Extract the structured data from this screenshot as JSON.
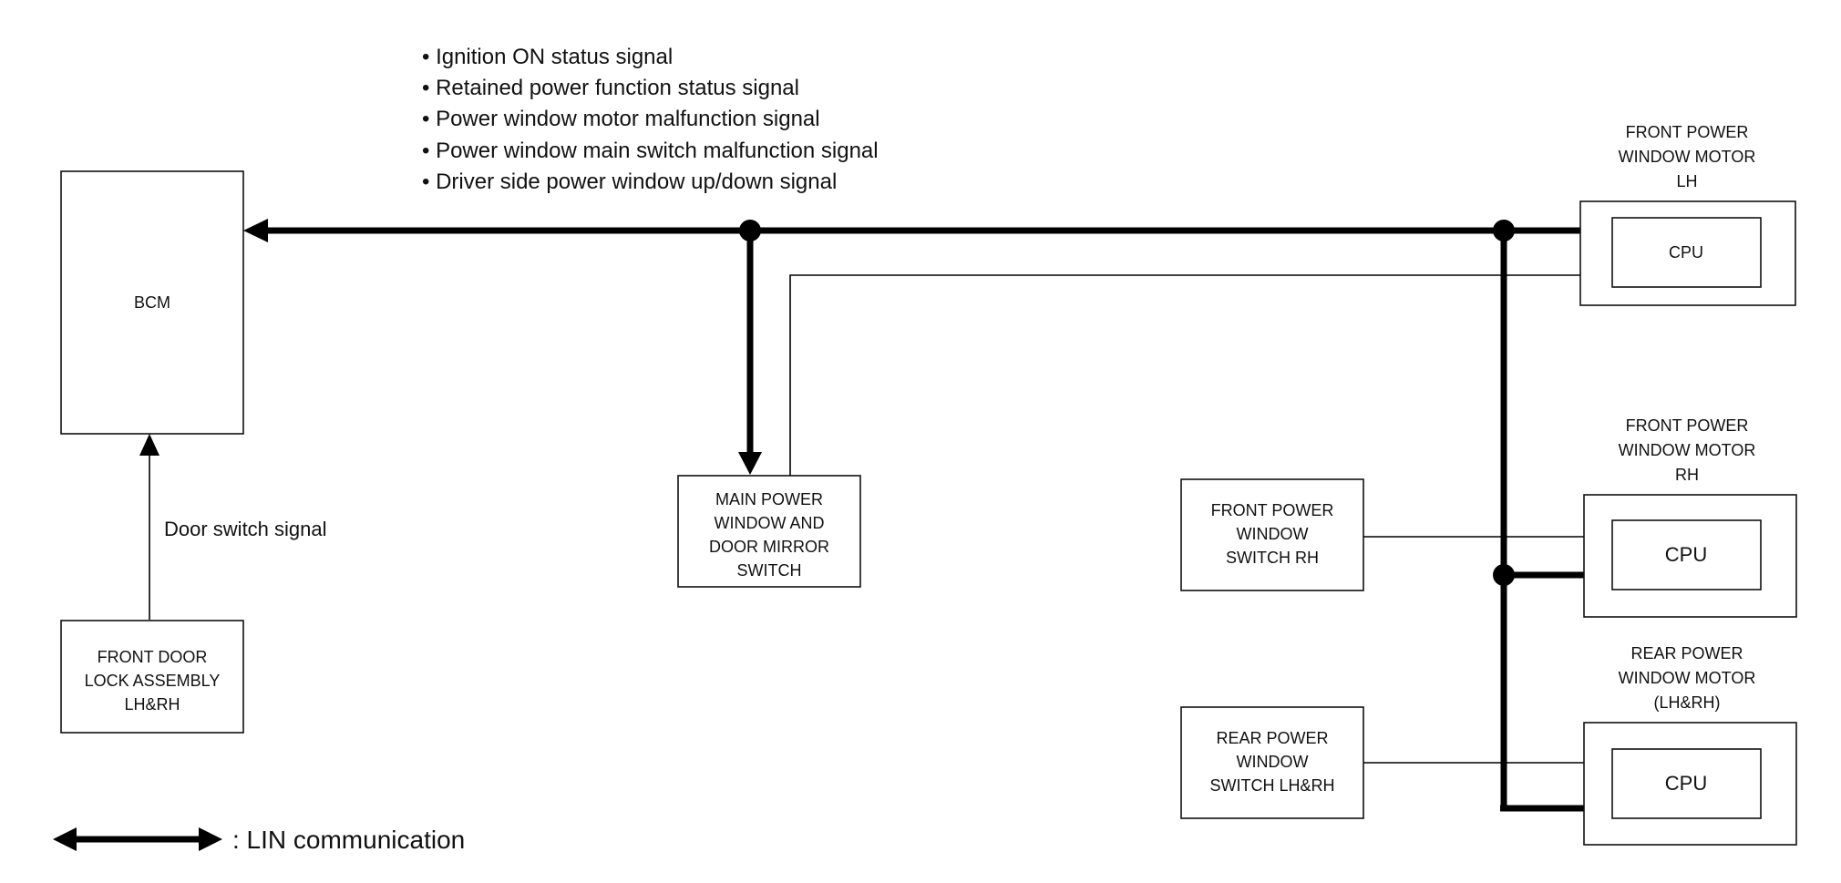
{
  "signals": [
    "• Ignition ON status signal",
    "• Retained power function status signal",
    "• Power window motor malfunction signal",
    "• Power window main switch malfunction signal",
    "• Driver side power window up/down signal"
  ],
  "bcm": {
    "label": "BCM"
  },
  "door_switch_signal": "Door switch signal",
  "front_door_lock": {
    "lines": [
      "FRONT DOOR",
      "LOCK ASSEMBLY",
      "LH&RH"
    ]
  },
  "main_switch": {
    "lines": [
      "MAIN POWER",
      "WINDOW AND",
      "DOOR MIRROR",
      "SWITCH"
    ]
  },
  "front_switch_rh": {
    "lines": [
      "FRONT POWER",
      "WINDOW",
      "SWITCH RH"
    ]
  },
  "rear_switch": {
    "lines": [
      "REAR POWER",
      "WINDOW",
      "SWITCH LH&RH"
    ]
  },
  "motor_front_lh": {
    "title_lines": [
      "FRONT POWER",
      "WINDOW MOTOR",
      "LH"
    ],
    "cpu": "CPU"
  },
  "motor_front_rh": {
    "title_lines": [
      "FRONT POWER",
      "WINDOW MOTOR",
      "RH"
    ],
    "cpu": "CPU"
  },
  "motor_rear": {
    "title_lines": [
      "REAR POWER",
      "WINDOW MOTOR",
      "(LH&RH)"
    ],
    "cpu": "CPU"
  },
  "legend": {
    "text": ": LIN communication"
  }
}
